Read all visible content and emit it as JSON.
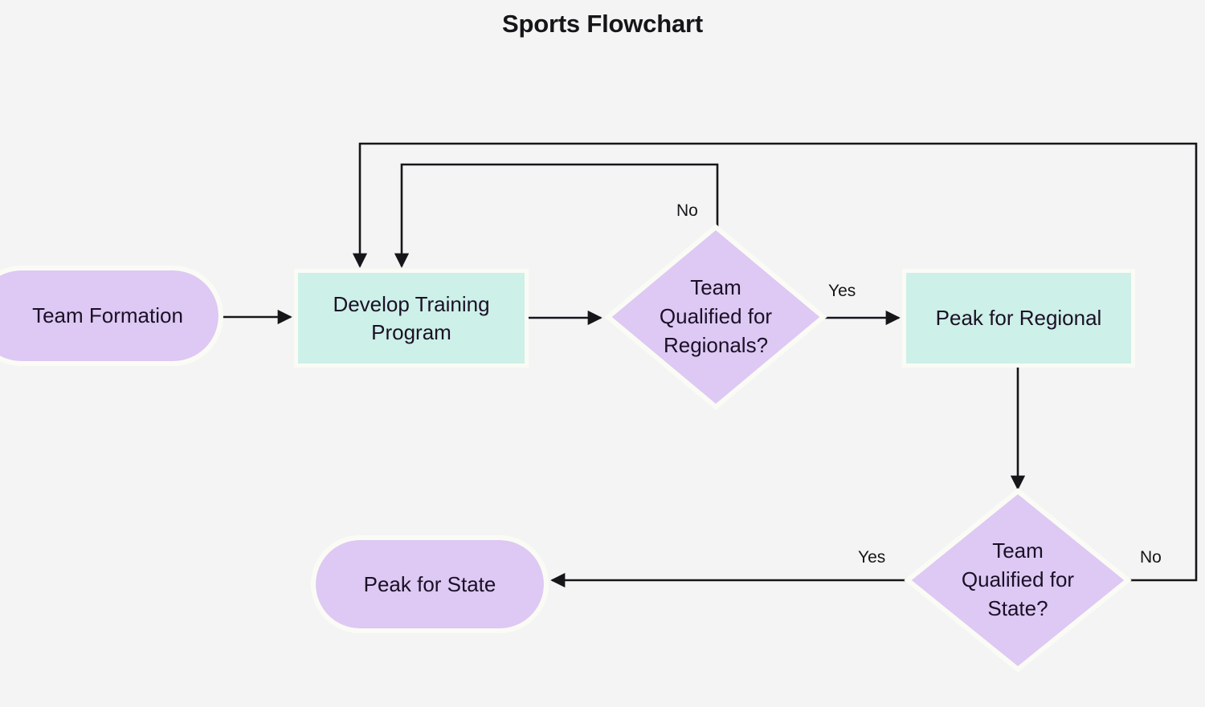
{
  "page": {
    "title": "Sports Flowchart",
    "background_color": "#f4f4f4",
    "node_stroke_color": "#fbfbf6",
    "text_color": "#1b1026",
    "edge_color": "#16161a"
  },
  "palette": {
    "process_fill": "#cdf0e8",
    "decision_fill": "#ddc9f3",
    "terminal_fill": "#ddc9f3"
  },
  "flowchart": {
    "type": "flowchart",
    "direction": "left-to-right",
    "nodes": [
      {
        "id": "team-formation",
        "label": "Team Formation",
        "shape": "stadium",
        "fill": "#ddc9f3"
      },
      {
        "id": "develop-training",
        "label": "Develop Training Program",
        "shape": "rectangle",
        "fill": "#cdf0e8"
      },
      {
        "id": "qualified-regionals",
        "label": "Team Qualified for Regionals?",
        "shape": "diamond",
        "fill": "#ddc9f3"
      },
      {
        "id": "peak-regional",
        "label": "Peak for Regional",
        "shape": "rectangle",
        "fill": "#cdf0e8"
      },
      {
        "id": "qualified-state",
        "label": "Team Qualified for State?",
        "shape": "diamond",
        "fill": "#ddc9f3"
      },
      {
        "id": "peak-state",
        "label": "Peak for State",
        "shape": "stadium",
        "fill": "#ddc9f3"
      }
    ],
    "edges": [
      {
        "from": "team-formation",
        "to": "develop-training",
        "label": ""
      },
      {
        "from": "develop-training",
        "to": "qualified-regionals",
        "label": ""
      },
      {
        "from": "qualified-regionals",
        "to": "peak-regional",
        "label": "Yes"
      },
      {
        "from": "qualified-regionals",
        "to": "develop-training",
        "label": "No"
      },
      {
        "from": "peak-regional",
        "to": "qualified-state",
        "label": ""
      },
      {
        "from": "qualified-state",
        "to": "peak-state",
        "label": "Yes"
      },
      {
        "from": "qualified-state",
        "to": "develop-training",
        "label": "No"
      }
    ]
  },
  "labels": {
    "node_team_formation": "Team Formation",
    "node_develop_line1": "Develop Training",
    "node_develop_line2": "Program",
    "node_regionals_line1": "Team",
    "node_regionals_line2": "Qualified for",
    "node_regionals_line3": "Regionals?",
    "node_peak_regional": "Peak for Regional",
    "node_state_line1": "Team",
    "node_state_line2": "Qualified for",
    "node_state_line3": "State?",
    "node_peak_state": "Peak for State",
    "edge_no_regionals": "No",
    "edge_yes_regionals": "Yes",
    "edge_yes_state": "Yes",
    "edge_no_state": "No"
  }
}
